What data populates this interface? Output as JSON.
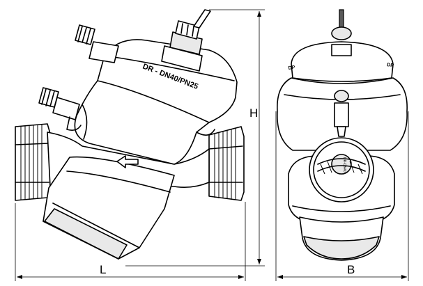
{
  "side_view": {
    "body_marking": "DR - DN40/PN25"
  },
  "front_view": {
    "side_marking": "DR",
    "top_marking": "DP",
    "flow_marking": "DR-DN40"
  },
  "dimensions": {
    "length_label": "L",
    "height_label": "H",
    "breadth_label": "B"
  }
}
